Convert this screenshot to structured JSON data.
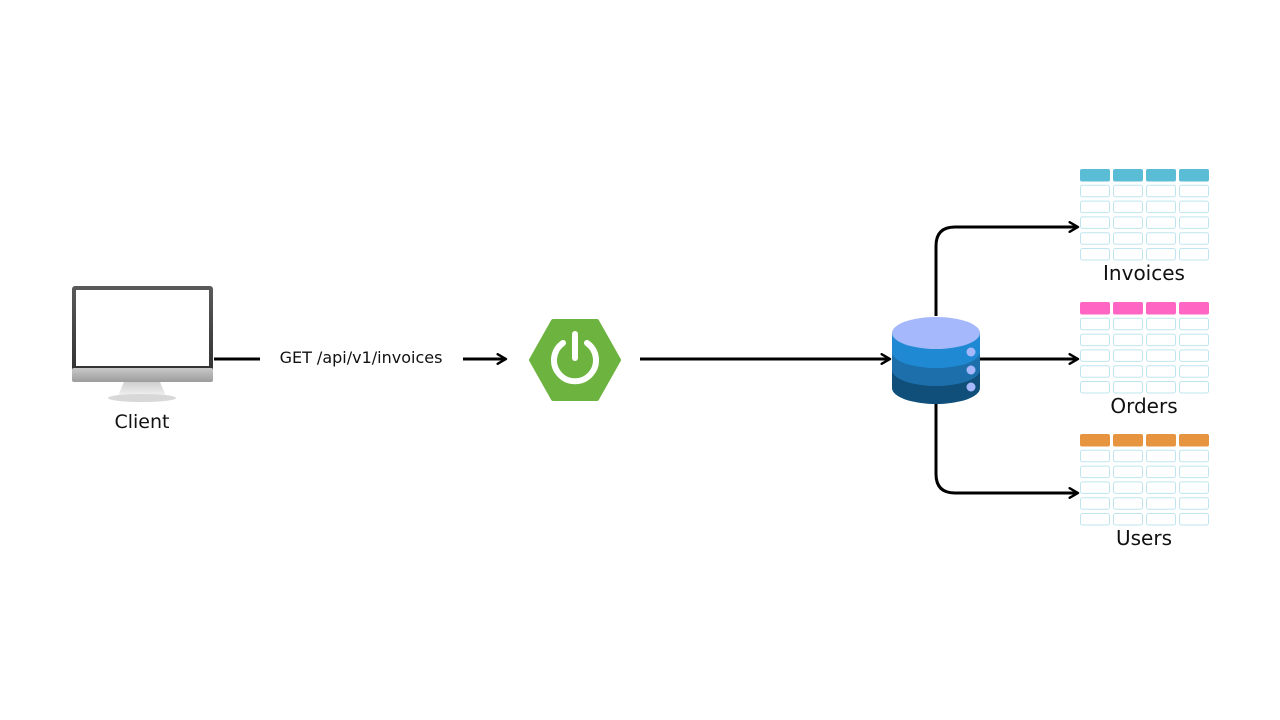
{
  "nodes": {
    "client": {
      "label": "Client",
      "icon": "monitor-icon"
    },
    "api": {
      "icon": "spring-boot-icon",
      "color": "#6db33f"
    },
    "database": {
      "icon": "database-icon",
      "colors": [
        "#a5b8fb",
        "#1f8ad3",
        "#1c6fab",
        "#0f4f7a"
      ]
    }
  },
  "edges": {
    "request": {
      "label": "GET /api/v1/invoices"
    }
  },
  "tables": [
    {
      "name": "Invoices",
      "header_color": "#5bbcd6",
      "rows": 5,
      "cols": 4
    },
    {
      "name": "Orders",
      "header_color": "#ff66c4",
      "rows": 5,
      "cols": 4
    },
    {
      "name": "Users",
      "header_color": "#e6943f",
      "rows": 5,
      "cols": 4
    }
  ]
}
